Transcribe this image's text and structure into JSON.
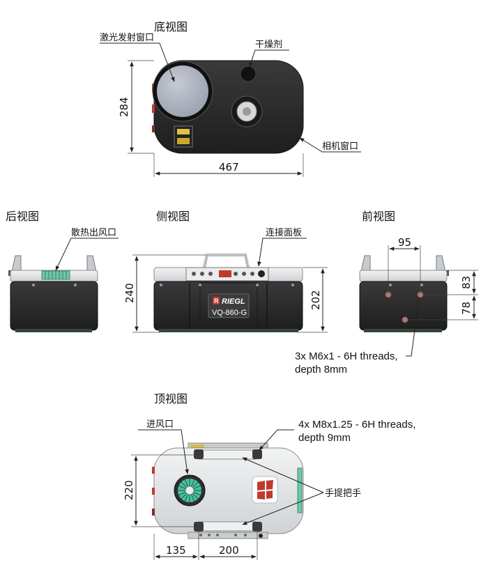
{
  "views": {
    "bottom": {
      "title": "底视图",
      "labels": {
        "laser_window": "激光发射窗口",
        "desiccant": "干燥剂",
        "camera_window": "相机窗口"
      },
      "dims": {
        "height": "284",
        "width": "467"
      }
    },
    "rear": {
      "title": "后视图",
      "labels": {
        "exhaust": "散热出风口"
      }
    },
    "side": {
      "title": "侧视图",
      "labels": {
        "panel": "连接面板"
      },
      "dims": {
        "total_height": "240",
        "body_height": "202"
      },
      "logo": {
        "brand": "RIEGL",
        "model": "VQ-860-G"
      }
    },
    "front": {
      "title": "前视图",
      "dims": {
        "spacing": "95",
        "upper": "83",
        "lower": "78"
      },
      "note": {
        "line1": "3x M6x1 - 6H threads,",
        "line2": "depth 8mm"
      }
    },
    "top": {
      "title": "顶视图",
      "labels": {
        "intake": "进风口",
        "handle": "手提把手"
      },
      "note": {
        "line1": "4x M8x1.25 - 6H threads,",
        "line2": "depth 9mm"
      },
      "dims": {
        "height": "220",
        "left": "135",
        "span": "200"
      }
    }
  },
  "colors": {
    "body_dark": "#2b2b2b",
    "body_light": "#e6e8ea",
    "lens": "#aab0bd",
    "accent_green": "#3fbf9a",
    "accent_red": "#c0392b"
  }
}
